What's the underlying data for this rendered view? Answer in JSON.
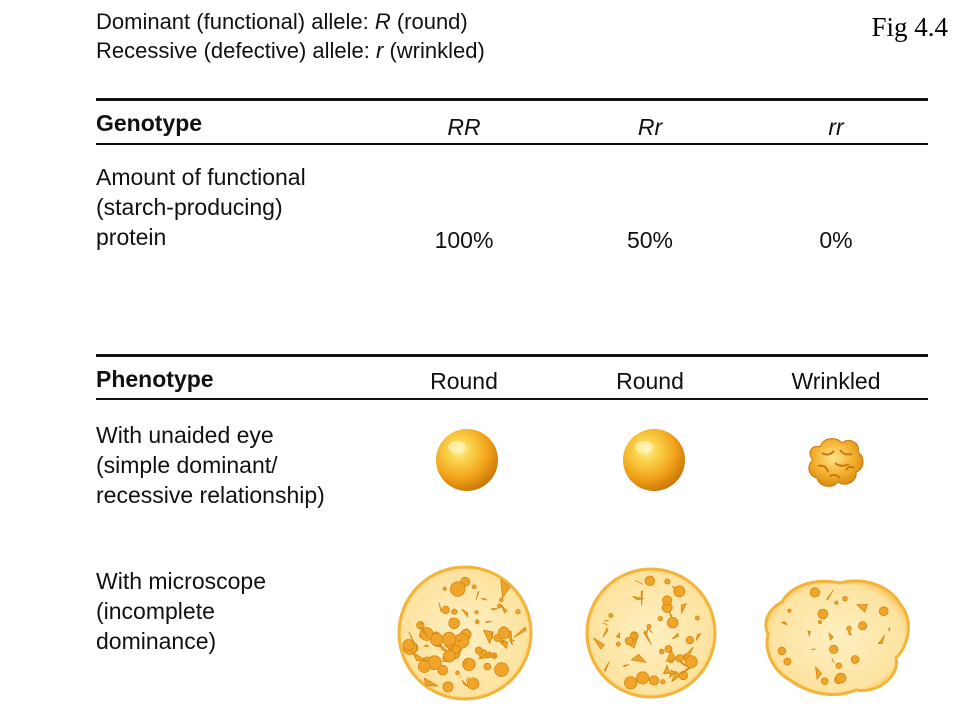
{
  "header": {
    "line1_prefix": "Dominant (functional) allele: ",
    "line1_symbol": "R",
    "line1_suffix": " (round)",
    "line2_prefix": "Recessive (defective) allele: ",
    "line2_symbol": "r",
    "line2_suffix": " (wrinkled)"
  },
  "figure_label": "Fig 4.4",
  "genotype": {
    "label": "Genotype",
    "values": [
      "RR",
      "Rr",
      "rr"
    ]
  },
  "protein": {
    "label_lines": [
      "Amount of functional",
      "(starch-producing)",
      "protein"
    ],
    "values": [
      "100%",
      "50%",
      "0%"
    ]
  },
  "phenotype": {
    "label": "Phenotype",
    "values": [
      "Round",
      "Round",
      "Wrinkled"
    ]
  },
  "unaided_eye": {
    "label_lines": [
      "With unaided eye",
      "(simple dominant/",
      "recessive relationship)"
    ],
    "shapes": [
      "round-pea",
      "round-pea",
      "wrinkled-pea"
    ]
  },
  "microscope": {
    "label_lines": [
      "With microscope",
      "(incomplete",
      "dominance)"
    ],
    "shapes": [
      "dense-starch-grains",
      "medium-starch-grains",
      "sparse-starch-grains"
    ]
  },
  "colors": {
    "pea_light": "#fbd44e",
    "pea_mid": "#f2a31b",
    "pea_dark": "#c87406",
    "cell_fill": "#fde9a8",
    "cell_edge": "#f3b43a",
    "grain": "#f0a52a"
  }
}
